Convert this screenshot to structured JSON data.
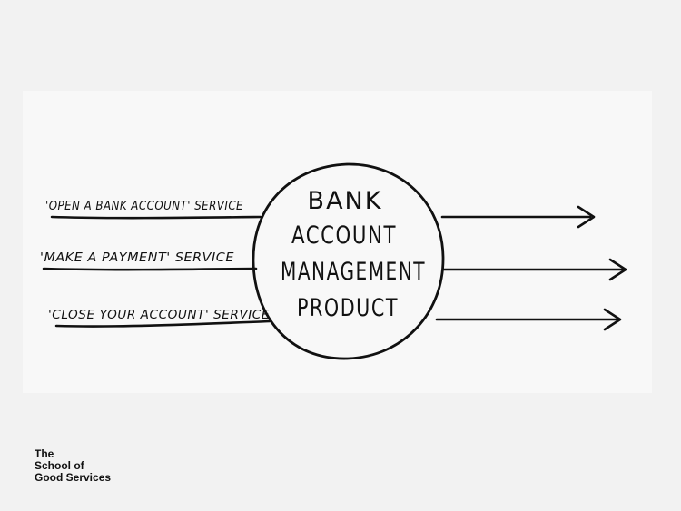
{
  "diagram": {
    "services": [
      "'OPEN A BANK ACCOUNT' SERVICE",
      "'MAKE A PAYMENT' SERVICE",
      "'CLOSE YOUR ACCOUNT' SERVICE"
    ],
    "product": [
      "BANK",
      "ACCOUNT",
      "MANAGEMENT",
      "PRODUCT"
    ]
  },
  "logo": {
    "lines": [
      "The",
      "School of",
      "Good Services"
    ]
  },
  "colors": {
    "background": "#f2f2f2",
    "panel": "#f8f8f8",
    "ink": "#111111"
  }
}
